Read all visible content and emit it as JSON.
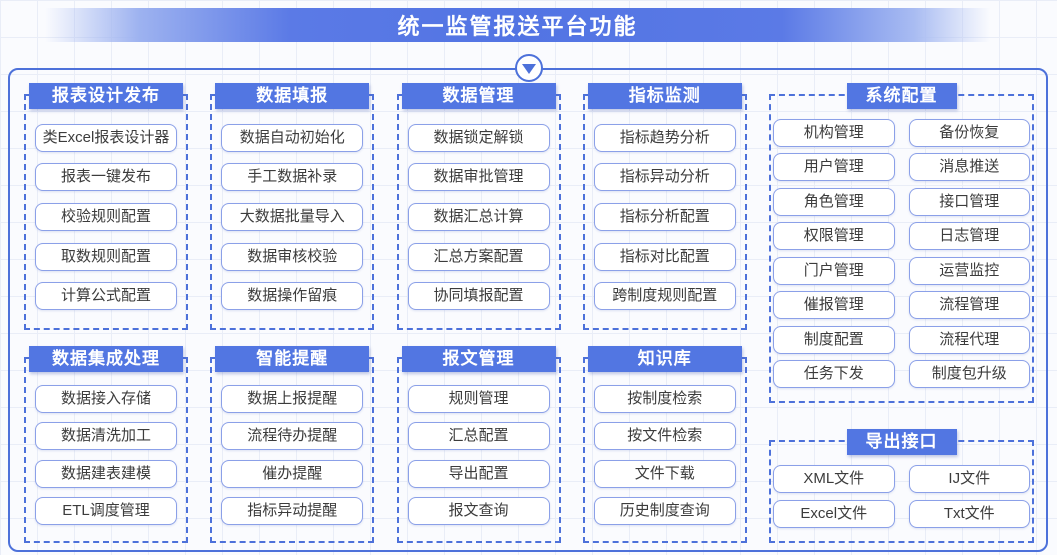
{
  "banner": {
    "title": "统一监管报送平台功能"
  },
  "colors": {
    "banner_blue": "#5274e3",
    "header_badge_blue": "#5276e2",
    "dashed_border_blue": "#4d71da",
    "item_border_blue": "#8ba0e8",
    "item_text": "#3c3c3c",
    "grid_line": "#e9edf7"
  },
  "connector": {
    "icon": "chevron-down"
  },
  "sections": {
    "report_design": {
      "title": "报表设计发布",
      "items": [
        "类Excel报表设计器",
        "报表一键发布",
        "校验规则配置",
        "取数规则配置",
        "计算公式配置"
      ]
    },
    "data_integration": {
      "title": "数据集成处理",
      "items": [
        "数据接入存储",
        "数据清洗加工",
        "数据建表建模",
        "ETL调度管理"
      ]
    },
    "data_entry": {
      "title": "数据填报",
      "items": [
        "数据自动初始化",
        "手工数据补录",
        "大数据批量导入",
        "数据审核校验",
        "数据操作留痕"
      ]
    },
    "smart_reminder": {
      "title": "智能提醒",
      "items": [
        "数据上报提醒",
        "流程待办提醒",
        "催办提醒",
        "指标异动提醒"
      ]
    },
    "data_management": {
      "title": "数据管理",
      "items": [
        "数据锁定解锁",
        "数据审批管理",
        "数据汇总计算",
        "汇总方案配置",
        "协同填报配置"
      ]
    },
    "message_management": {
      "title": "报文管理",
      "items": [
        "规则管理",
        "汇总配置",
        "导出配置",
        "报文查询"
      ]
    },
    "indicator_monitoring": {
      "title": "指标监测",
      "items": [
        "指标趋势分析",
        "指标异动分析",
        "指标分析配置",
        "指标对比配置",
        "跨制度规则配置"
      ]
    },
    "knowledge_base": {
      "title": "知识库",
      "items": [
        "按制度检索",
        "按文件检索",
        "文件下载",
        "历史制度查询"
      ]
    },
    "system_config": {
      "title": "系统配置",
      "items": [
        "机构管理",
        "备份恢复",
        "用户管理",
        "消息推送",
        "角色管理",
        "接口管理",
        "权限管理",
        "日志管理",
        "门户管理",
        "运营监控",
        "催报管理",
        "流程管理",
        "制度配置",
        "流程代理",
        "任务下发",
        "制度包升级"
      ]
    },
    "export_interface": {
      "title": "导出接口",
      "items": [
        "XML文件",
        "IJ文件",
        "Excel文件",
        "Txt文件"
      ]
    }
  }
}
